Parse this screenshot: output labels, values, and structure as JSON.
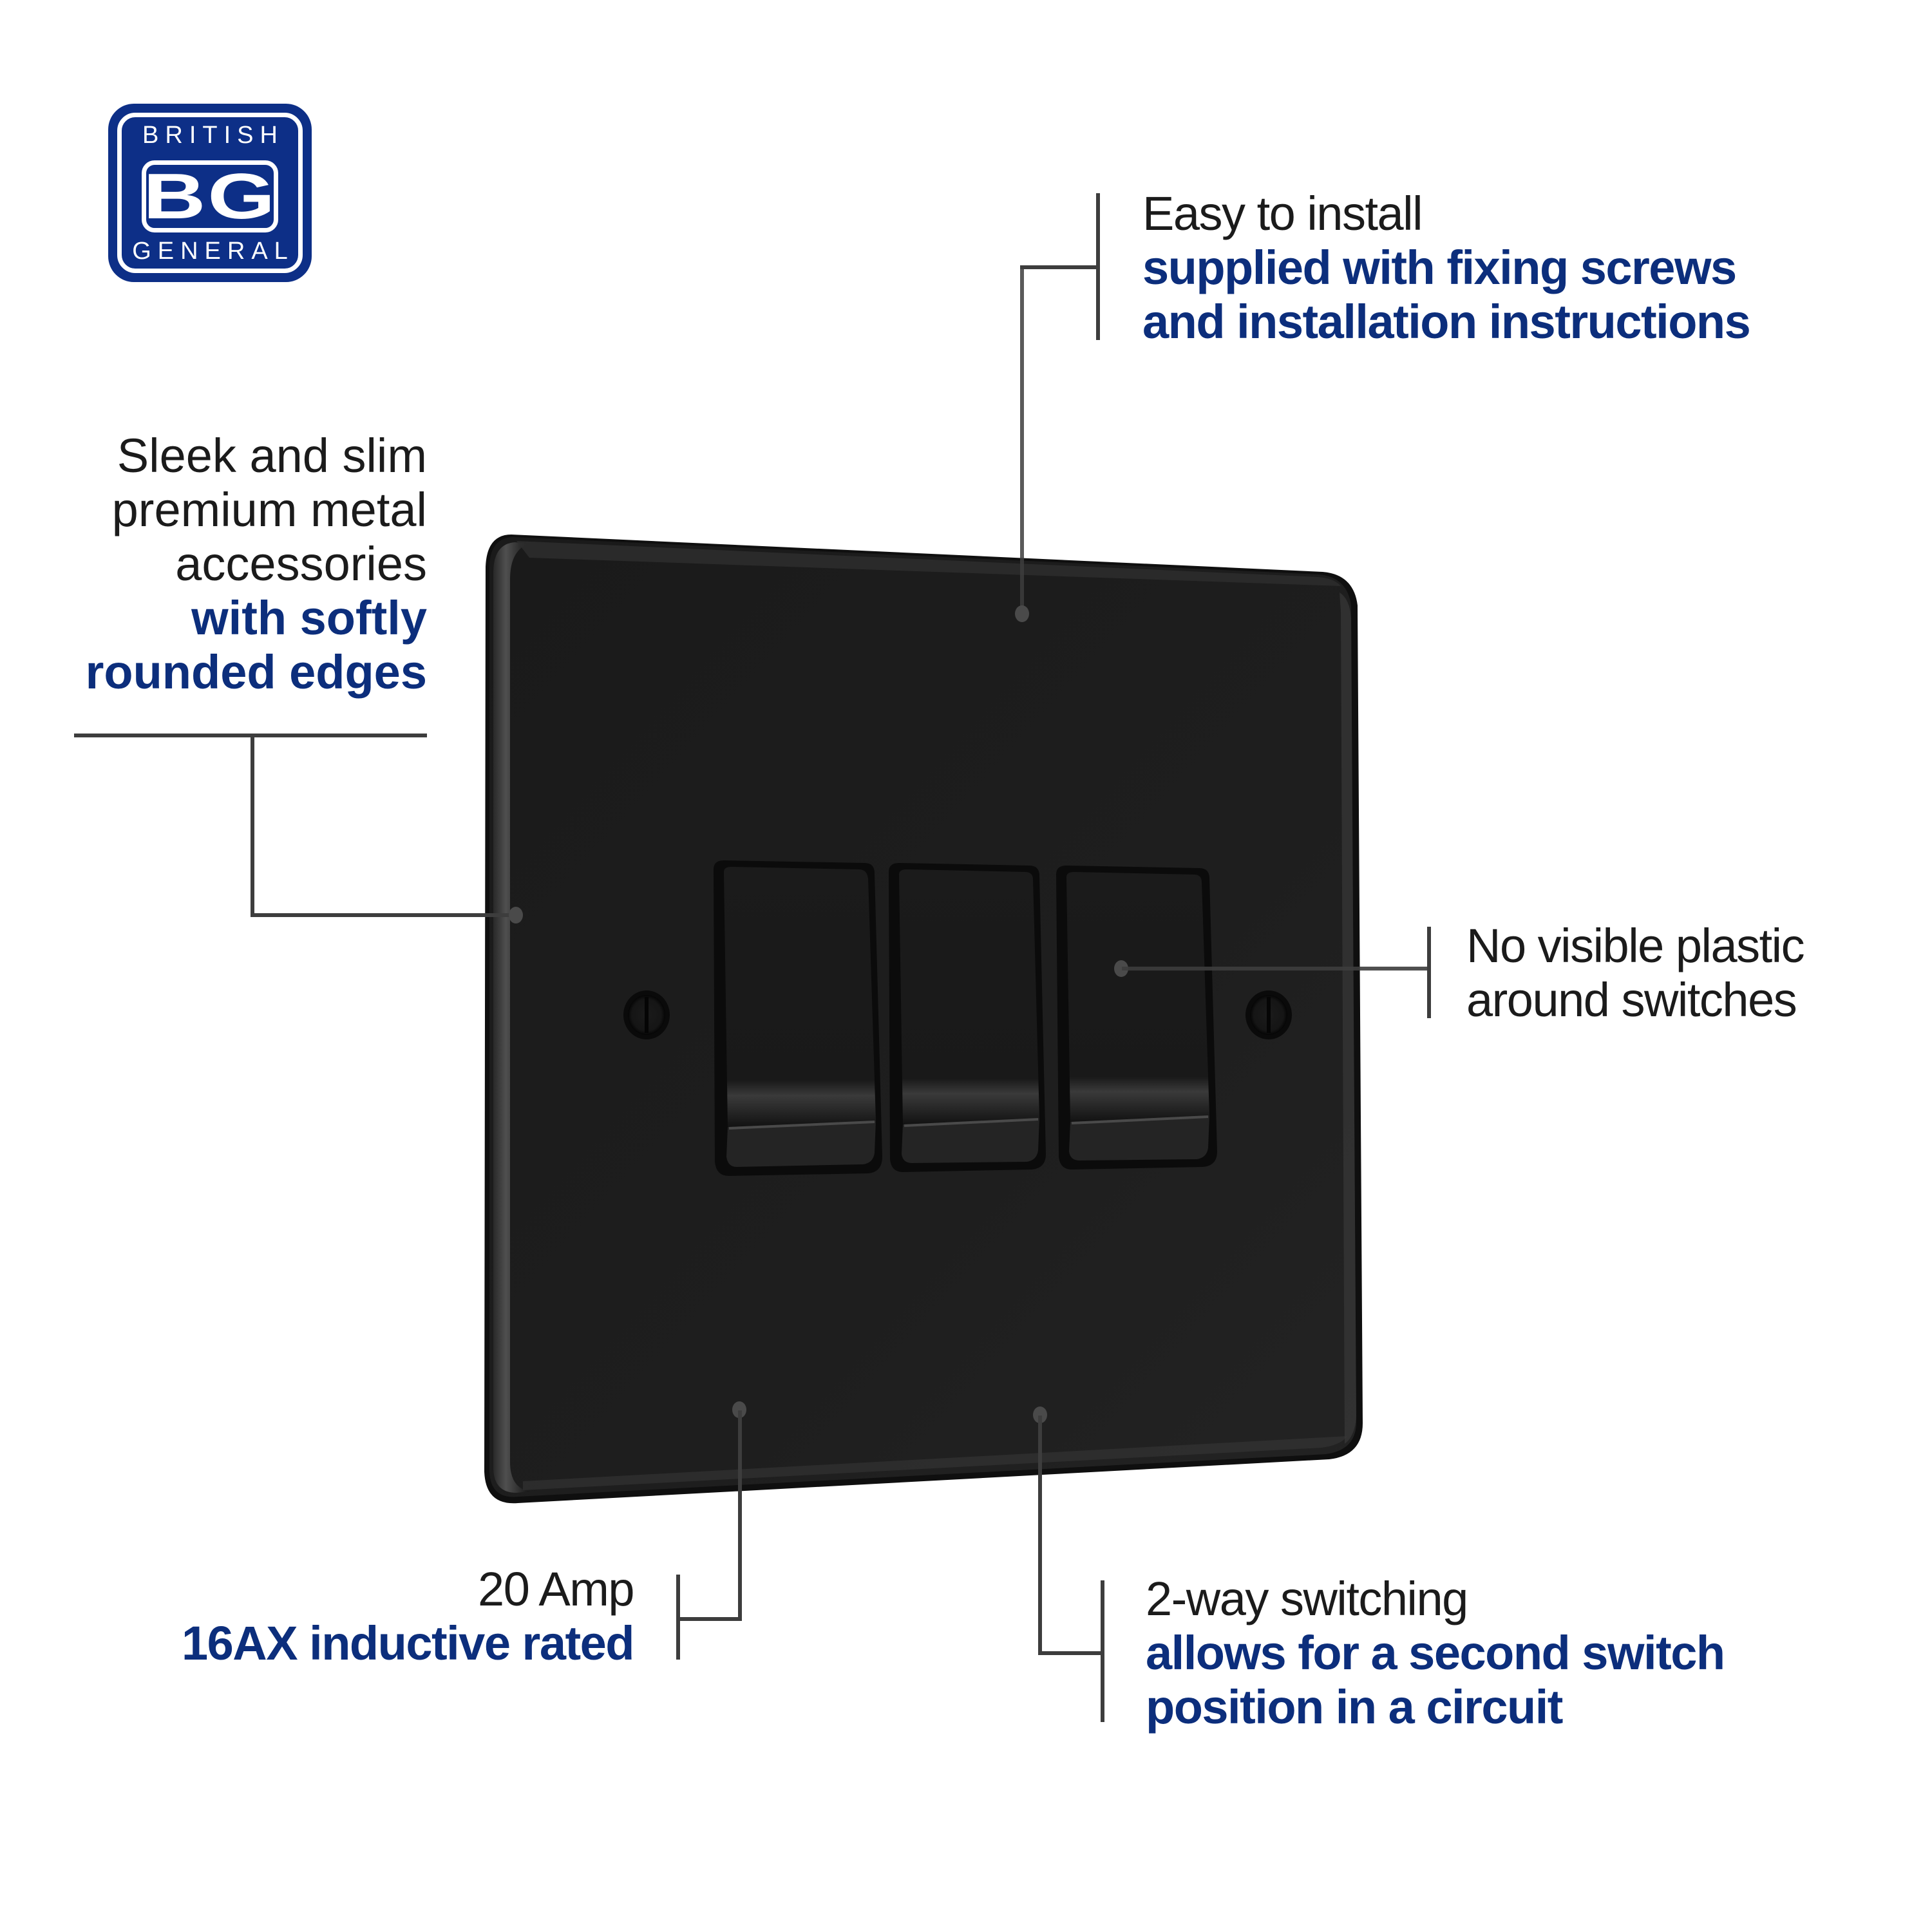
{
  "logo": {
    "top_word": "BRITISH",
    "monogram": "BG",
    "bottom_word": "GENERAL",
    "color": "#0d2f87"
  },
  "colors": {
    "accent_blue": "#0c2e7c",
    "body_text": "#1b1b1b",
    "line": "#3d3d3d",
    "plate": "#1c1c1c"
  },
  "product": {
    "type": "triple light switch plate",
    "finish": "matt black",
    "rocker_count": 3,
    "screw_count": 2
  },
  "callouts": {
    "install": {
      "heading": "Easy to install",
      "detail_lines": [
        "supplied with fixing screws",
        "and installation instructions"
      ]
    },
    "design": {
      "heading_lines": [
        "Sleek and slim",
        "premium metal",
        "accessories"
      ],
      "detail_lines": [
        "with softly",
        "rounded edges"
      ]
    },
    "plastic": {
      "heading_lines": [
        "No visible plastic",
        "around switches"
      ]
    },
    "rating": {
      "heading": "20 Amp",
      "detail_lines": [
        "16AX inductive rated"
      ]
    },
    "switching": {
      "heading": "2-way switching",
      "detail_lines": [
        "allows for a second switch",
        "position in a circuit"
      ]
    }
  }
}
